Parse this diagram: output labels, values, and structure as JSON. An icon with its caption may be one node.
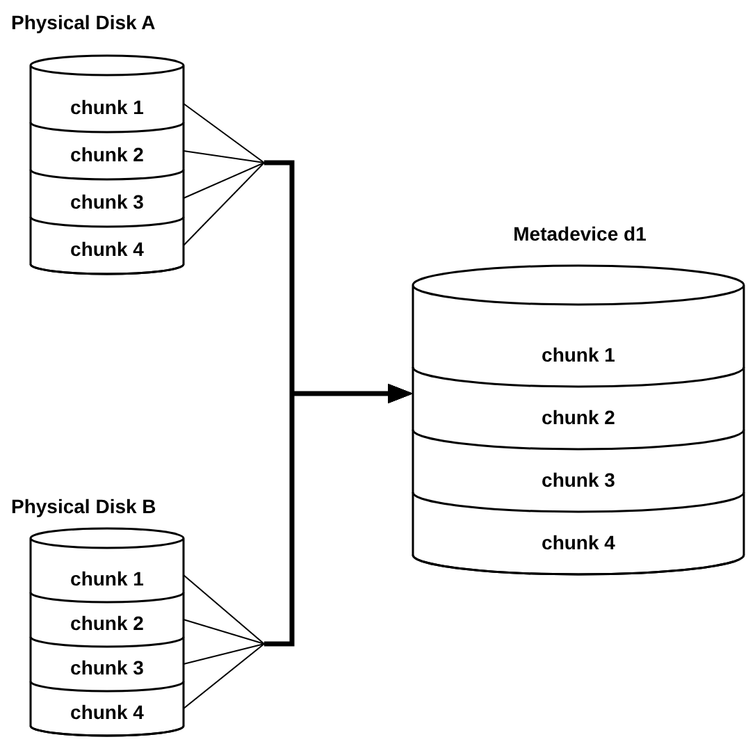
{
  "diagram": {
    "nodes": [
      {
        "text": [
          "Physical Disk A"
        ]
      },
      {
        "text": [
          "chunk 1"
        ],
        "in": 0
      },
      {
        "text": [
          "chunk 2"
        ],
        "in": 0
      },
      {
        "text": [
          "chunk 3"
        ],
        "in": 0
      },
      {
        "text": [
          "chunk 4"
        ],
        "in": 0
      },
      {
        "text": [
          "Physical Disk B"
        ]
      },
      {
        "text": [
          "chunk 1"
        ],
        "in": 5
      },
      {
        "text": [
          "chunk 2"
        ],
        "in": 5
      },
      {
        "text": [
          "chunk 3"
        ],
        "in": 5
      },
      {
        "text": [
          "chunk 4"
        ],
        "in": 5
      },
      {
        "text": [
          "Metadevice d1"
        ]
      },
      {
        "text": [
          "chunk 1"
        ],
        "in": 10
      },
      {
        "text": [
          "chunk 2"
        ],
        "in": 10
      },
      {
        "text": [
          "chunk 3"
        ],
        "in": 10
      },
      {
        "text": [
          "chunk 4"
        ],
        "in": 10
      }
    ],
    "edges": [
      {
        "from": 1,
        "to": 10,
        "arrow": "to"
      },
      {
        "from": 2,
        "to": 10,
        "arrow": "to"
      },
      {
        "from": 3,
        "to": 10,
        "arrow": "to"
      },
      {
        "from": 4,
        "to": 10,
        "arrow": "to"
      },
      {
        "from": 6,
        "to": 10,
        "arrow": "to"
      },
      {
        "from": 7,
        "to": 10,
        "arrow": "to"
      },
      {
        "from": 8,
        "to": 10,
        "arrow": "to"
      },
      {
        "from": 9,
        "to": 10,
        "arrow": "to"
      }
    ]
  }
}
